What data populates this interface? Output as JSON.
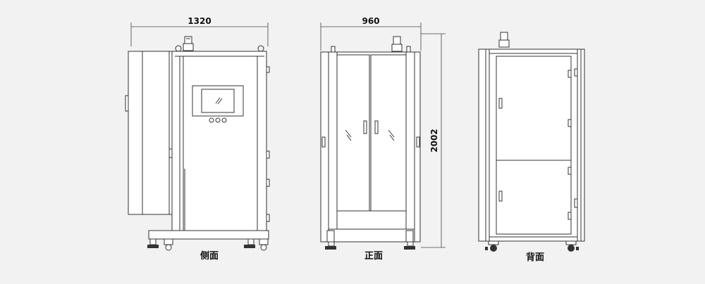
{
  "dimensions": {
    "side_width": "1320",
    "front_width": "960",
    "height": "2002"
  },
  "labels": {
    "side": "侧面",
    "front": "正面",
    "back": "背面"
  }
}
